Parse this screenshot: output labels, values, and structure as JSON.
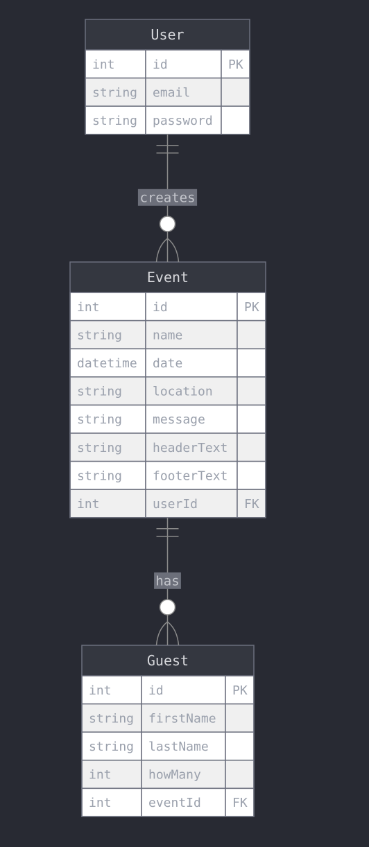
{
  "colors": {
    "background": "#282a33",
    "header_fill": "#343740",
    "header_text": "#d7d8dc",
    "border": "#6b6f7d",
    "row_light": "#ffffff",
    "row_dark": "#f0f0f0",
    "cell_text": "#9aa0ac",
    "relation_line": "#8a8a8a",
    "relation_label_bg": "#6c6f7a",
    "relation_label_text": "#c4c6cc"
  },
  "entities": [
    {
      "name": "User",
      "attributes": [
        {
          "type": "int",
          "name": "id",
          "key": "PK"
        },
        {
          "type": "string",
          "name": "email",
          "key": ""
        },
        {
          "type": "string",
          "name": "password",
          "key": ""
        }
      ]
    },
    {
      "name": "Event",
      "attributes": [
        {
          "type": "int",
          "name": "id",
          "key": "PK"
        },
        {
          "type": "string",
          "name": "name",
          "key": ""
        },
        {
          "type": "datetime",
          "name": "date",
          "key": ""
        },
        {
          "type": "string",
          "name": "location",
          "key": ""
        },
        {
          "type": "string",
          "name": "message",
          "key": ""
        },
        {
          "type": "string",
          "name": "headerText",
          "key": ""
        },
        {
          "type": "string",
          "name": "footerText",
          "key": ""
        },
        {
          "type": "int",
          "name": "userId",
          "key": "FK"
        }
      ]
    },
    {
      "name": "Guest",
      "attributes": [
        {
          "type": "int",
          "name": "id",
          "key": "PK"
        },
        {
          "type": "string",
          "name": "firstName",
          "key": ""
        },
        {
          "type": "string",
          "name": "lastName",
          "key": ""
        },
        {
          "type": "int",
          "name": "howMany",
          "key": ""
        },
        {
          "type": "int",
          "name": "eventId",
          "key": "FK"
        }
      ]
    }
  ],
  "relationships": [
    {
      "from": "User",
      "to": "Event",
      "label": "creates",
      "from_cardinality": "exactly-one",
      "to_cardinality": "zero-or-many"
    },
    {
      "from": "Event",
      "to": "Guest",
      "label": "has",
      "from_cardinality": "exactly-one",
      "to_cardinality": "zero-or-many"
    }
  ]
}
